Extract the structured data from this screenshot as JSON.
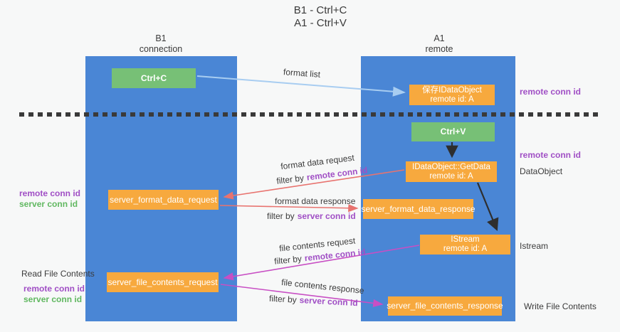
{
  "title": {
    "line1": "B1 - Ctrl+C",
    "line2": "A1 - Ctrl+V"
  },
  "columns": {
    "left": {
      "title": "B1",
      "subtitle": "connection"
    },
    "right": {
      "title": "A1",
      "subtitle": "remote"
    }
  },
  "boxes": {
    "ctrl_c": "Ctrl+C",
    "ctrl_v": "Ctrl+V",
    "save_idataobject": {
      "line1": "保存IDataObject",
      "line2": "remote id: A"
    },
    "getdata": {
      "line1": "IDataObject::GetData",
      "line2": "remote id: A"
    },
    "istream": {
      "line1": "IStream",
      "line2": "remote id: A"
    },
    "server_format_data_request": "server_format_data_request",
    "server_format_data_response": "server_format_data_response",
    "server_file_contents_request": "server_file_contents_request",
    "server_file_contents_response": "server_file_contents_response"
  },
  "flow_labels": {
    "format_list": "format list",
    "format_data_request": "format data request",
    "format_data_response": "format data response",
    "file_contents_request": "file contents request",
    "file_contents_response": "file contents response",
    "filter_by": "filter by",
    "remote_conn_id": "remote conn id",
    "server_conn_id": "server conn id"
  },
  "side_labels": {
    "remote_conn_id": "remote conn id",
    "server_conn_id": "server conn id",
    "dataobject": "DataObject",
    "istream": "Istream",
    "read_file_contents": "Read File Contents",
    "write_file_contents": "Write File Contents"
  },
  "colors": {
    "lane_blue": "#4a86d5",
    "box_orange": "#f7a93e",
    "box_green": "#77c076",
    "arrow_light_blue": "#a8cdf1",
    "arrow_red": "#e8736f",
    "arrow_magenta": "#c84fc4",
    "arrow_black": "#2e2e2e",
    "text_purple": "#a04fc5",
    "text_green": "#61b861",
    "text_dark": "#3b3b3b"
  }
}
